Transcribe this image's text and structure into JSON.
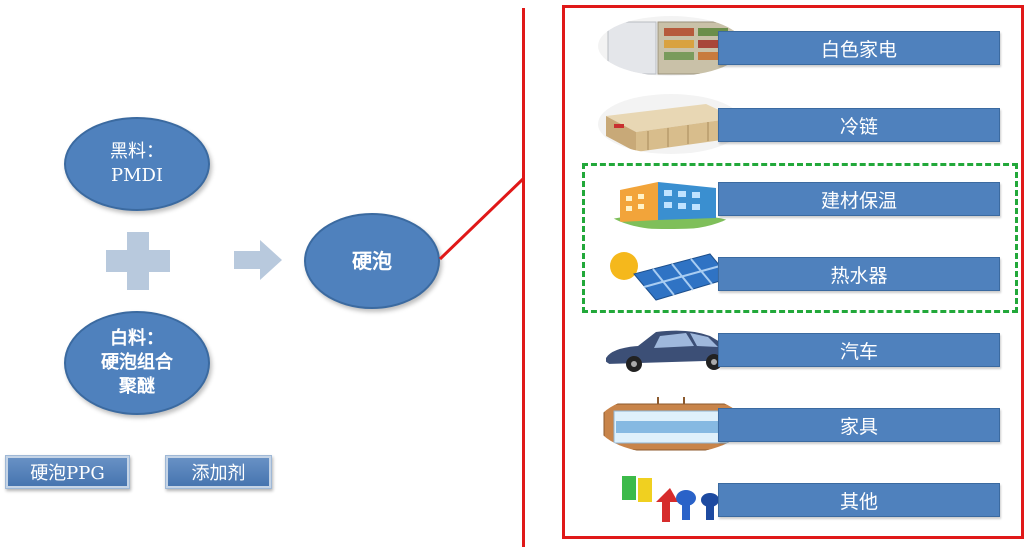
{
  "inputs": {
    "black_title": "黑料：",
    "black_value": "PMDI",
    "white_title": "白料：",
    "white_line1": "硬泡组合",
    "white_line2": "聚醚"
  },
  "product": "硬泡",
  "tags": [
    "硬泡PPG",
    "添加剂"
  ],
  "applications": [
    {
      "label": "白色家电",
      "icon": "refrigerator-icon"
    },
    {
      "label": "冷链",
      "icon": "cold-chain-container-icon"
    },
    {
      "label": "建材保温",
      "icon": "building-icon"
    },
    {
      "label": "热水器",
      "icon": "solar-water-heater-icon"
    },
    {
      "label": "汽车",
      "icon": "car-icon"
    },
    {
      "label": "家具",
      "icon": "furniture-icon"
    },
    {
      "label": "其他",
      "icon": "other-products-icon"
    }
  ],
  "colors": {
    "node_blue": "#4f81bd",
    "plus_gray_blue": "#b8c9dd",
    "outline_red": "#e01818",
    "group_green": "#22a83a"
  }
}
